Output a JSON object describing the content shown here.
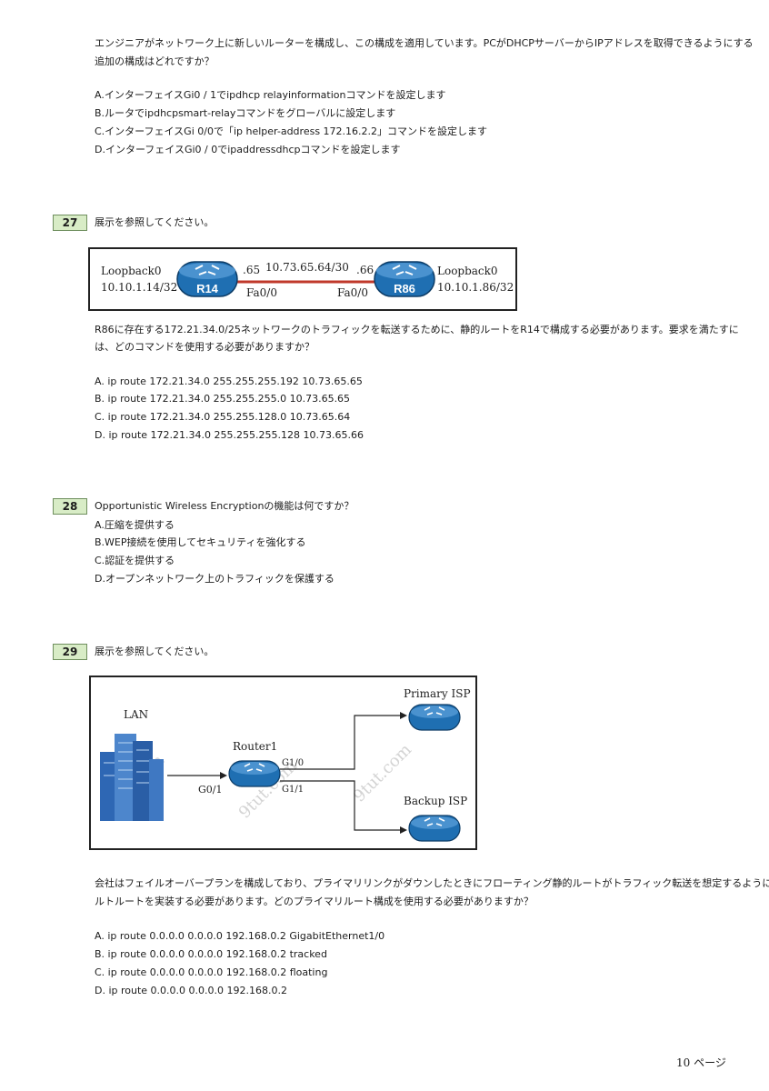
{
  "q26": {
    "stem_line1": "エンジニアがネットワーク上に新しいルーターを構成し、この構成を適用しています。PCがDHCPサーバーからIPアドレスを取得できるようにする",
    "stem_line2": "追加の構成はどれですか？",
    "options": [
      "A.インターフェイスGi0 / 1でipdhcp relayinformationコマンドを設定します",
      "B.ルータでipdhcpsmart-relayコマンドをグローバルに設定します",
      "C.インターフェイスGi 0/0で「ip helper-address 172.16.2.2」コマンドを設定します",
      "D.インターフェイスGi0 / 0でipaddressdhcpコマンドを設定します"
    ]
  },
  "q27": {
    "number": "27",
    "title": "展示を参照してください。",
    "figure": {
      "left_lb_label": "Loopback0",
      "left_lb_ip": "10.10.1.14/32",
      "left_router": "R14",
      "left_octet": ".65",
      "left_if": "Fa0/0",
      "link_net": "10.73.65.64/30",
      "right_octet": ".66",
      "right_if": "Fa0/0",
      "right_router": "R86",
      "right_lb_label": "Loopback0",
      "right_lb_ip": "10.10.1.86/32"
    },
    "stem_line1": "R86に存在する172.21.34.0/25ネットワークのトラフィックを転送するために、静的ルートをR14で構成する必要があります。要求を満たすに",
    "stem_line2": "は、どのコマンドを使用する必要がありますか？",
    "options": [
      "A. ip route 172.21.34.0 255.255.255.192 10.73.65.65",
      "B. ip route 172.21.34.0 255.255.255.0 10.73.65.65",
      "C. ip route 172.21.34.0 255.255.128.0 10.73.65.64",
      "D. ip route 172.21.34.0 255.255.255.128 10.73.65.66"
    ]
  },
  "q28": {
    "number": "28",
    "title": "Opportunistic Wireless Encryptionの機能は何ですか？",
    "options": [
      "A.圧縮を提供する",
      "B.WEP接続を使用してセキュリティを強化する",
      "C.認証を提供する",
      "D.オープンネットワーク上のトラフィックを保護する"
    ]
  },
  "q29": {
    "number": "29",
    "title": "展示を参照してください。",
    "figure": {
      "lan": "LAN",
      "router": "Router1",
      "g0_1": "G0/1",
      "g1_0": "G1/0",
      "g1_1": "G1/1",
      "primary": "Primary ISP",
      "backup": "Backup ISP",
      "watermark": "9tut.com"
    },
    "stem_line1": "会社はフェイルオーバープランを構成しており、プライマリリンクがダウンしたときにフローティング静的ルートがトラフィック転送を想定するようにデフォ",
    "stem_line2": "ルトルートを実装する必要があります。どのプライマリルート構成を使用する必要がありますか？",
    "options": [
      "A. ip route 0.0.0.0 0.0.0.0 192.168.0.2 GigabitEthernet1/0",
      "B. ip route 0.0.0.0 0.0.0.0 192.168.0.2 tracked",
      "C. ip route 0.0.0.0 0.0.0.0 192.168.0.2 floating",
      "D. ip route 0.0.0.0 0.0.0.0 192.168.0.2"
    ]
  },
  "footer": {
    "page": "10 ページ"
  },
  "colors": {
    "router_blue": "#1f6fb2",
    "link_red": "#c0392b",
    "qnum_bg": "#d8ecc6"
  }
}
